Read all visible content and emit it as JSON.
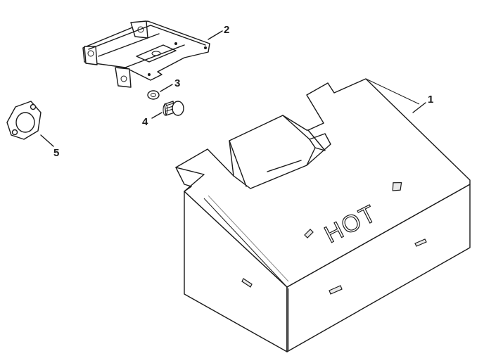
{
  "diagram": {
    "callouts": [
      {
        "id": "1",
        "label": "1"
      },
      {
        "id": "2",
        "label": "2"
      },
      {
        "id": "3",
        "label": "3"
      },
      {
        "id": "4",
        "label": "4"
      },
      {
        "id": "5",
        "label": "5"
      }
    ],
    "shield_text": "HOT"
  }
}
